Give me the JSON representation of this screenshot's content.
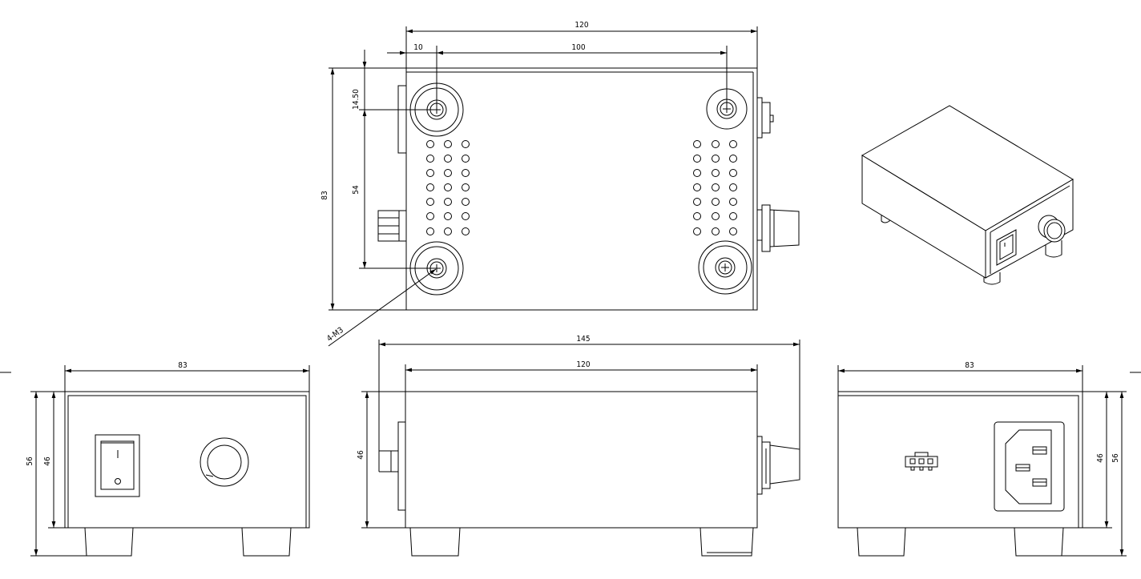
{
  "colors": {
    "line": "#000000",
    "background": "#ffffff"
  },
  "top_view": {
    "dim_overall_width": "120",
    "dim_edge_offset": "10",
    "dim_hole_spacing_x": "100",
    "dim_depth": "83",
    "dim_hole_offset_y": "14.50",
    "dim_hole_spacing_y": "54",
    "screw_callout": "4-M3"
  },
  "front_view": {
    "dim_width": "83",
    "dim_total_height": "56",
    "dim_body_height": "46"
  },
  "side_view": {
    "dim_total_length": "145",
    "dim_body_length": "120",
    "dim_body_height": "46"
  },
  "rear_view": {
    "dim_width": "83",
    "dim_body_height": "46",
    "dim_total_height": "56"
  }
}
